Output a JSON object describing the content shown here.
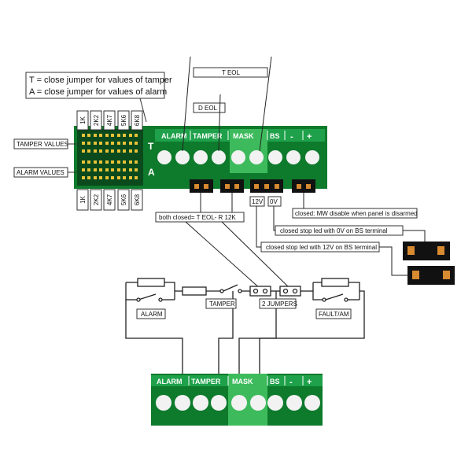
{
  "legend": {
    "line1": "T = close jumper for values of tamper",
    "line2": "A = close jumper for values of alarm"
  },
  "resistor_values": {
    "top": [
      "1K",
      "2K2",
      "4K7",
      "5K6",
      "6K8"
    ],
    "bottom": [
      "1K",
      "2K2",
      "4K7",
      "5K6",
      "6K8"
    ]
  },
  "row_labels": {
    "tamper": "TAMPER VALUES",
    "alarm": "ALARM VALUES"
  },
  "row_letters": {
    "tamper": "T",
    "alarm": "A"
  },
  "eol_labels": {
    "t_eol": "T EOL",
    "d_eol": "D EOL"
  },
  "terminal_labels": [
    "ALARM",
    "TAMPER",
    "MASK",
    "BS",
    "-",
    "+"
  ],
  "jumper_labels": {
    "twelve_v": "12V",
    "zero_v": "0V"
  },
  "notes": {
    "both_closed": "both closed= T EOL- R 12K",
    "mw_disable": "closed: MW disable when panel is disarmed",
    "stop_led_0v": "closed stop led with 0V on BS terminal",
    "stop_led_12v": "closed stop led with 12V on BS terminal"
  },
  "circuit_labels": {
    "alarm": "ALARM",
    "tamper": "TAMPER",
    "two_jumpers": "2 JUMPERS",
    "fault": "FAULT/AM"
  },
  "colors": {
    "board_dark": "#0e7a2c",
    "board_light": "#1ea14a",
    "mask_block": "#3dbb5c",
    "terminal_hole": "#f2f2f2",
    "jumper": "#111111",
    "jumper_pin": "#d88a30",
    "wire": "#222222"
  }
}
